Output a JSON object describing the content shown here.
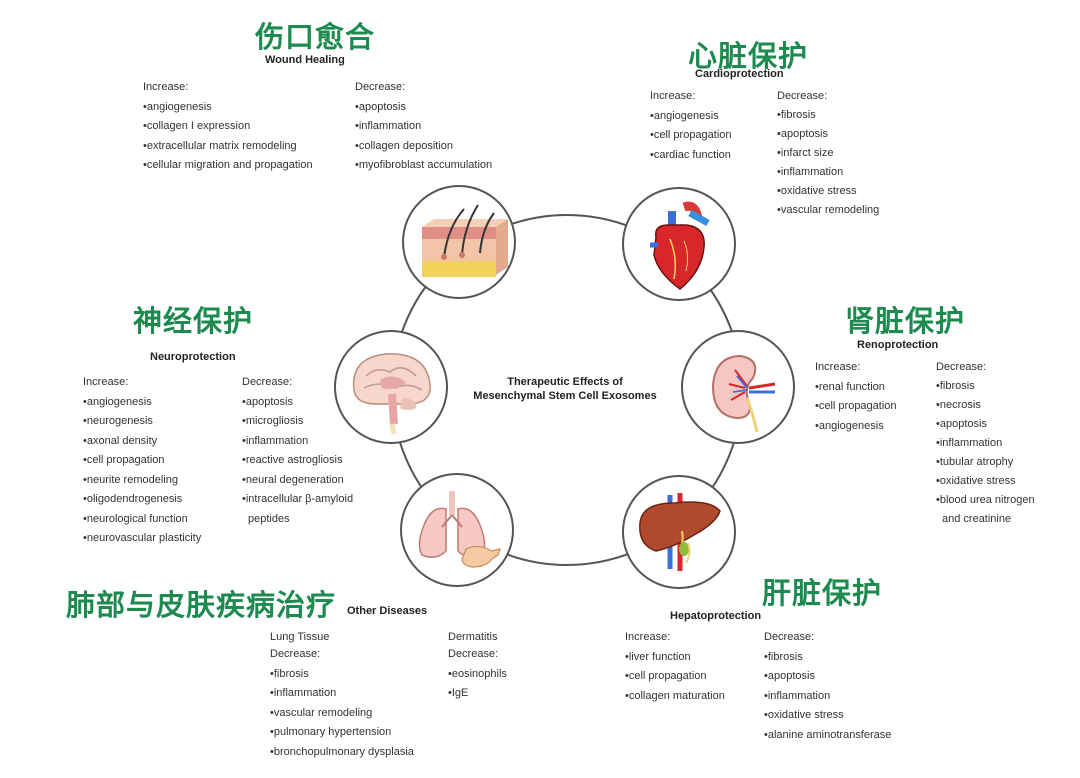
{
  "center_title": [
    "Therapeutic Effects of",
    "Mesenchymal Stem Cell Exosomes"
  ],
  "wound": {
    "cn": "伤口愈合",
    "en": "Wound Healing",
    "increase_label": "Increase:",
    "increase": [
      "angiogenesis",
      "collagen I expression",
      "extracellular matrix remodeling",
      "cellular migration and propagation"
    ],
    "decrease_label": "Decrease:",
    "decrease": [
      "apoptosis",
      "inflammation",
      "collagen deposition",
      "myofibroblast accumulation"
    ],
    "icon": "skin-icon"
  },
  "cardio": {
    "cn": "心脏保护",
    "en": "Cardioprotection",
    "increase_label": "Increase:",
    "increase": [
      "angiogenesis",
      "cell propagation",
      "cardiac function"
    ],
    "decrease_label": "Decrease:",
    "decrease": [
      "fibrosis",
      "apoptosis",
      "infarct size",
      "inflammation",
      "oxidative stress",
      "vascular remodeling"
    ],
    "icon": "heart-icon"
  },
  "neuro": {
    "cn": "神经保护",
    "en": "Neuroprotection",
    "increase_label": "Increase:",
    "increase": [
      "angiogenesis",
      "neurogenesis",
      "axonal density",
      "cell propagation",
      "neurite remodeling",
      "oligodendrogenesis",
      "neurological function",
      "neurovascular plasticity"
    ],
    "decrease_label": "Decrease:",
    "decrease": [
      "apoptosis",
      "microgliosis",
      "inflammation",
      "reactive astrogliosis",
      "neural degeneration",
      "intracellular β-amyloid"
    ],
    "decrease_cont": "peptides",
    "icon": "brain-icon"
  },
  "reno": {
    "cn": "肾脏保护",
    "en": "Renoprotection",
    "increase_label": "Increase:",
    "increase": [
      "renal function",
      "cell propagation",
      "angiogenesis"
    ],
    "decrease_label": "Decrease:",
    "decrease": [
      "fibrosis",
      "necrosis",
      "apoptosis",
      "inflammation",
      "tubular atrophy",
      "oxidative stress",
      "blood urea nitrogen"
    ],
    "decrease_cont": "and creatinine",
    "icon": "kidney-icon"
  },
  "other": {
    "cn": "肺部与皮肤疾病治疗",
    "en": "Other Diseases",
    "lung_label": "Lung Tissue",
    "lung_decrease_label": "Decrease:",
    "lung_decrease": [
      "fibrosis",
      "inflammation",
      "vascular remodeling",
      "pulmonary hypertension",
      "bronchopulmonary dysplasia"
    ],
    "derm_label": "Dermatitis",
    "derm_decrease_label": "Decrease:",
    "derm_decrease": [
      "eosinophils",
      "IgE"
    ],
    "icon": "lungs-icon"
  },
  "hepato": {
    "cn": "肝脏保护",
    "en": "Hepatoprotection",
    "increase_label": "Increase:",
    "increase": [
      "liver function",
      "cell propagation",
      "collagen maturation"
    ],
    "decrease_label": "Decrease:",
    "decrease": [
      "fibrosis",
      "apoptosis",
      "inflammation",
      "oxidative stress",
      "alanine aminotransferase"
    ],
    "icon": "liver-icon"
  },
  "colors": {
    "accent": "#1d8a4f"
  }
}
